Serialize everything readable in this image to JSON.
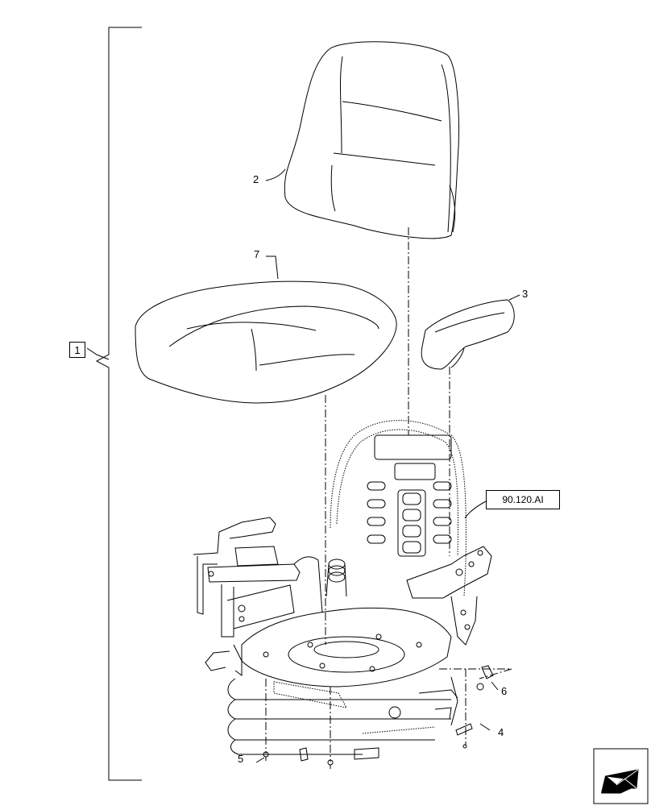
{
  "callouts": {
    "assembly": "1",
    "backrest_cushion": "2",
    "armrest_pad": "3",
    "bracket": "4",
    "screw": "5",
    "clip": "6",
    "seat_cushion": "7"
  },
  "reference": "90.120.AI",
  "colors": {
    "line": "#000000",
    "background": "#ffffff"
  },
  "icons": {
    "nav": "return-arrow-icon"
  }
}
